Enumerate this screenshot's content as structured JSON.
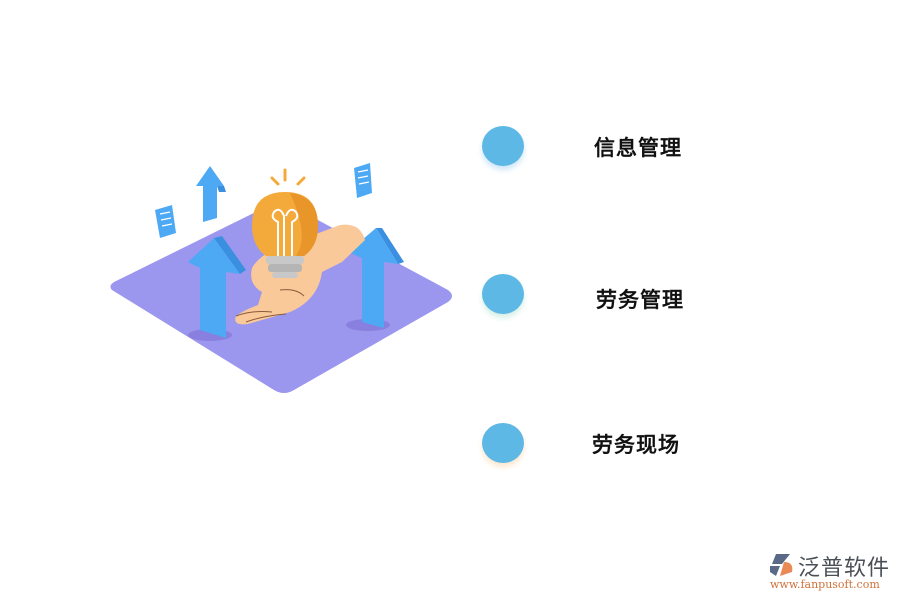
{
  "items": [
    {
      "label": "信息管理",
      "dot_color": "#5db8e6",
      "glow_color": "#cfe6f7"
    },
    {
      "label": "劳务管理",
      "dot_color": "#5db8e6",
      "glow_color": "#d5f0e6"
    },
    {
      "label": "劳务现场",
      "dot_color": "#5db8e6",
      "glow_color": "#fde7cf"
    }
  ],
  "logo": {
    "name": "泛普软件",
    "url": "www.fanpusoft.com"
  },
  "colors": {
    "platform": "#9b97ee",
    "arrow": "#4ea9f5",
    "arrow_side": "#3b8fe0",
    "bulb": "#f4a93b",
    "hand": "#f9c99a"
  }
}
